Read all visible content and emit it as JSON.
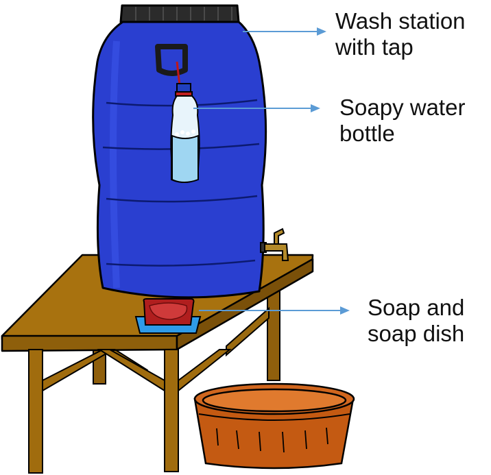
{
  "labels": {
    "wash_station": {
      "line1": "Wash station",
      "line2": "with tap"
    },
    "soapy_bottle": {
      "line1": "Soapy water",
      "line2": "bottle"
    },
    "soap_dish": {
      "line1": "Soap and",
      "line2": "soap dish"
    }
  },
  "colors": {
    "drum": "#2a3fd0",
    "drum_lid": "#2b2b2b",
    "table": "#a8720f",
    "tap": "#b38a2a",
    "soap": "#b01e1e",
    "dish": "#2f9be8",
    "basin": "#d0661e",
    "bottle_water": "#9fd6f2",
    "arrow": "#5b9bd5"
  },
  "icons": [
    "wash-drum-icon",
    "water-bottle-icon",
    "tap-icon",
    "soap-icon",
    "basin-icon"
  ]
}
